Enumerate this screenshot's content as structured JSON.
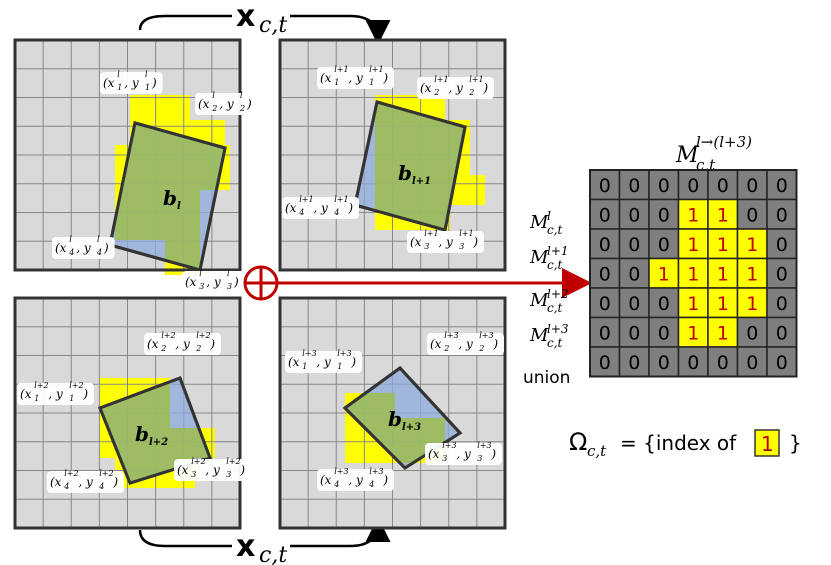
{
  "colors": {
    "grid_fill": "#d9d9d9",
    "grid_line": "#888888",
    "border": "#333333",
    "yellow": "#ffff00",
    "blue_box": "#8ea9db",
    "green_box": "#9bbb59",
    "matrix_grey": "#7f7f7f",
    "arrow_red": "#c00000",
    "ones_text": "#c00000"
  },
  "top_label": "x",
  "top_label_sub": "c,t",
  "bottom_label": "x",
  "bottom_label_sub": "c,t",
  "panels": [
    {
      "box_label": "b",
      "box_sup": "l",
      "corners": [
        {
          "text": "(x",
          "sub": "1",
          "sup": "l",
          "rest": ", y",
          "sub2": "1",
          "sup2": "l",
          "close": ")"
        },
        {
          "text": "(x",
          "sub": "2",
          "sup": "l",
          "rest": ", y",
          "sub2": "2",
          "sup2": "l",
          "close": ")"
        },
        {
          "text": "(x",
          "sub": "3",
          "sup": "l",
          "rest": ", y",
          "sub2": "3",
          "sup2": "l",
          "close": ")"
        },
        {
          "text": "(x",
          "sub": "4",
          "sup": "l",
          "rest": ", y",
          "sub2": "4",
          "sup2": "l",
          "close": ")"
        }
      ]
    },
    {
      "box_label": "b",
      "box_sup": "l+1",
      "corners": [
        {
          "text": "(x",
          "sub": "1",
          "sup": "l+1",
          "rest": ", y",
          "sub2": "1",
          "sup2": "l+1",
          "close": ")"
        },
        {
          "text": "(x",
          "sub": "2",
          "sup": "l+1",
          "rest": ", y",
          "sub2": "2",
          "sup2": "l+1",
          "close": ")"
        },
        {
          "text": "(x",
          "sub": "3",
          "sup": "l+1",
          "rest": ", y",
          "sub2": "3",
          "sup2": "l+1",
          "close": ")"
        },
        {
          "text": "(x",
          "sub": "4",
          "sup": "l+1",
          "rest": ", y",
          "sub2": "4",
          "sup2": "l+1",
          "close": ")"
        }
      ]
    },
    {
      "box_label": "b",
      "box_sup": "l+2",
      "corners": [
        {
          "text": "(x",
          "sub": "1",
          "sup": "l+2",
          "rest": ", y",
          "sub2": "1",
          "sup2": "l+2",
          "close": ")"
        },
        {
          "text": "(x",
          "sub": "2",
          "sup": "l+2",
          "rest": ", y",
          "sub2": "2",
          "sup2": "l+2",
          "close": ")"
        },
        {
          "text": "(x",
          "sub": "3",
          "sup": "l+2",
          "rest": ", y",
          "sub2": "3",
          "sup2": "l+2",
          "close": ")"
        },
        {
          "text": "(x",
          "sub": "4",
          "sup": "l+2",
          "rest": ", y",
          "sub2": "4",
          "sup2": "l+2",
          "close": ")"
        }
      ]
    },
    {
      "box_label": "b",
      "box_sup": "l+3",
      "corners": [
        {
          "text": "(x",
          "sub": "1",
          "sup": "l+3",
          "rest": ", y",
          "sub2": "1",
          "sup2": "l+3",
          "close": ")"
        },
        {
          "text": "(x",
          "sub": "2",
          "sup": "l+3",
          "rest": ", y",
          "sub2": "2",
          "sup2": "l+3",
          "close": ")"
        },
        {
          "text": "(x",
          "sub": "3",
          "sup": "l+3",
          "rest": ", y",
          "sub2": "3",
          "sup2": "l+3",
          "close": ")"
        },
        {
          "text": "(x",
          "sub": "4",
          "sup": "l+3",
          "rest": ", y",
          "sub2": "4",
          "sup2": "l+3",
          "close": ")"
        }
      ]
    }
  ],
  "matrix_title": {
    "base": "M",
    "sub": "c,t",
    "sup": "l→(l+3)"
  },
  "matrix": [
    [
      0,
      0,
      0,
      0,
      0,
      0,
      0
    ],
    [
      0,
      0,
      0,
      1,
      1,
      0,
      0
    ],
    [
      0,
      0,
      0,
      1,
      1,
      1,
      0
    ],
    [
      0,
      0,
      1,
      1,
      1,
      1,
      0
    ],
    [
      0,
      0,
      0,
      1,
      1,
      1,
      0
    ],
    [
      0,
      0,
      0,
      1,
      1,
      0,
      0
    ],
    [
      0,
      0,
      0,
      0,
      0,
      0,
      0
    ]
  ],
  "row_labels": [
    {
      "base": "M",
      "sub": "c,t",
      "sup": "l"
    },
    {
      "base": "M",
      "sub": "c,t",
      "sup": "l+1"
    },
    {
      "base": "M",
      "sub": "c,t",
      "sup": "l+2"
    },
    {
      "base": "M",
      "sub": "c,t",
      "sup": "l+3"
    },
    {
      "base": "union",
      "sub": "",
      "sup": ""
    }
  ],
  "omega": {
    "symbol": "Ω",
    "sub": "c,t",
    "eq": "= {index of",
    "box_value": "1",
    "close": "}"
  }
}
